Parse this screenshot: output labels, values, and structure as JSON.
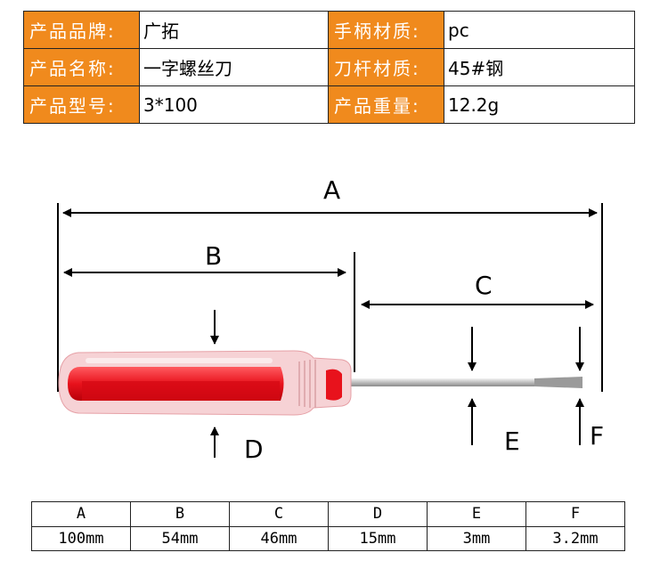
{
  "specs": {
    "rows": [
      {
        "l1": "产品品牌:",
        "v1": "广拓",
        "l2": "手柄材质:",
        "v2": "pc"
      },
      {
        "l1": "产品名称:",
        "v1": "一字螺丝刀",
        "l2": "刀杆材质:",
        "v2": "45#钢"
      },
      {
        "l1": "产品型号:",
        "v1": "3*100",
        "l2": "产品重量:",
        "v2": "12.2g"
      }
    ]
  },
  "diagram": {
    "labels": {
      "a": "A",
      "b": "B",
      "c": "C",
      "d": "D",
      "e": "E",
      "f": "F"
    },
    "colors": {
      "handle_red": "#e8121c",
      "handle_clear": "#f3c9cc",
      "shaft": "#c8c8c8"
    }
  },
  "dimensions": {
    "headers": [
      "A",
      "B",
      "C",
      "D",
      "E",
      "F"
    ],
    "values": [
      "100mm",
      "54mm",
      "46mm",
      "15mm",
      "3mm",
      "3.2mm"
    ]
  }
}
